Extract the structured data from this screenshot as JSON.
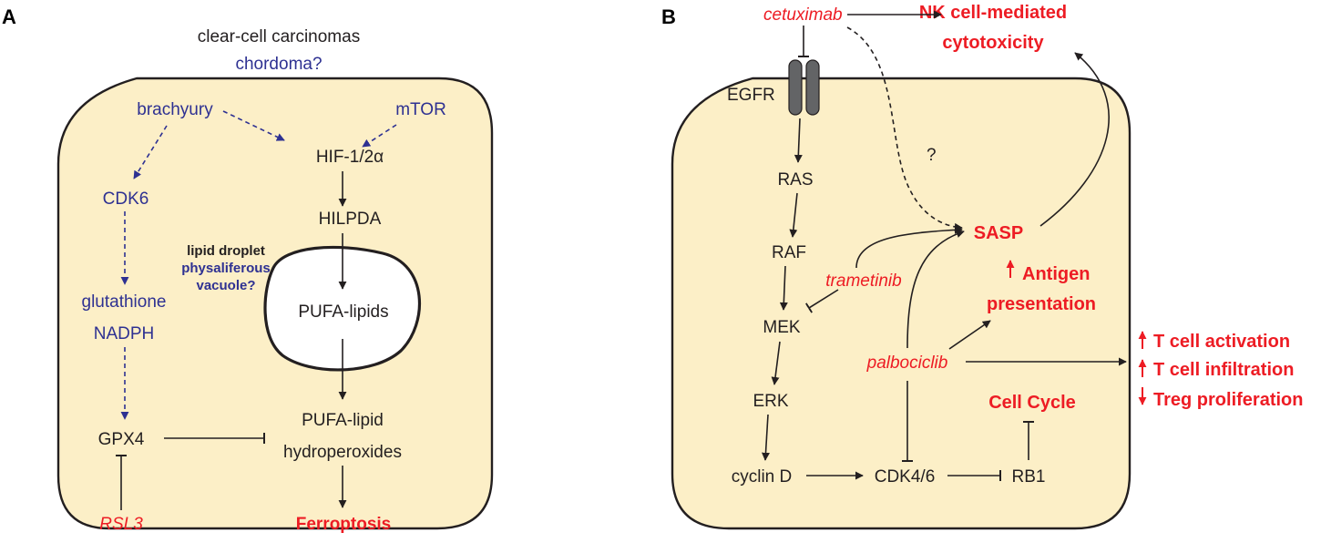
{
  "panel_a": {
    "label": "A",
    "header": "clear-cell carcinomas",
    "subheader": "chordoma?",
    "nodes": {
      "brachyury": "brachyury",
      "mtor": "mTOR",
      "hif": "HIF-1/2α",
      "cdk6": "CDK6",
      "hilpda": "HILPDA",
      "droplet_1": "lipid droplet",
      "droplet_2": "physaliferous",
      "droplet_3": "vacuole?",
      "pufa_lipids": "PUFA-lipids",
      "glutathione": "glutathione",
      "nadph": "NADPH",
      "gpx4": "GPX4",
      "hydroperox_1": "PUFA-lipid",
      "hydroperox_2": "hydroperoxides",
      "rsl3": "RSL3",
      "ferroptosis": "Ferroptosis"
    }
  },
  "panel_b": {
    "label": "B",
    "nodes": {
      "cetuximab": "cetuximab",
      "nk_1": "NK cell-mediated",
      "nk_2": "cytotoxicity",
      "egfr": "EGFR",
      "question": "?",
      "ras": "RAS",
      "raf": "RAF",
      "sasp": "SASP",
      "trametinib": "trametinib",
      "antigen_1": "Antigen",
      "antigen_2": "presentation",
      "mek": "MEK",
      "palbociclib": "palbociclib",
      "erk": "ERK",
      "cell_cycle": "Cell Cycle",
      "cyclin_d": "cyclin D",
      "cdk46": "CDK4/6",
      "rb1": "RB1",
      "t_act": "T cell activation",
      "t_inf": "T cell infiltration",
      "treg": "Treg proliferation"
    }
  },
  "colors": {
    "cell_fill": "#fcefc7",
    "blue": "#2e3192",
    "red": "#ed1c24",
    "black": "#231f20"
  }
}
